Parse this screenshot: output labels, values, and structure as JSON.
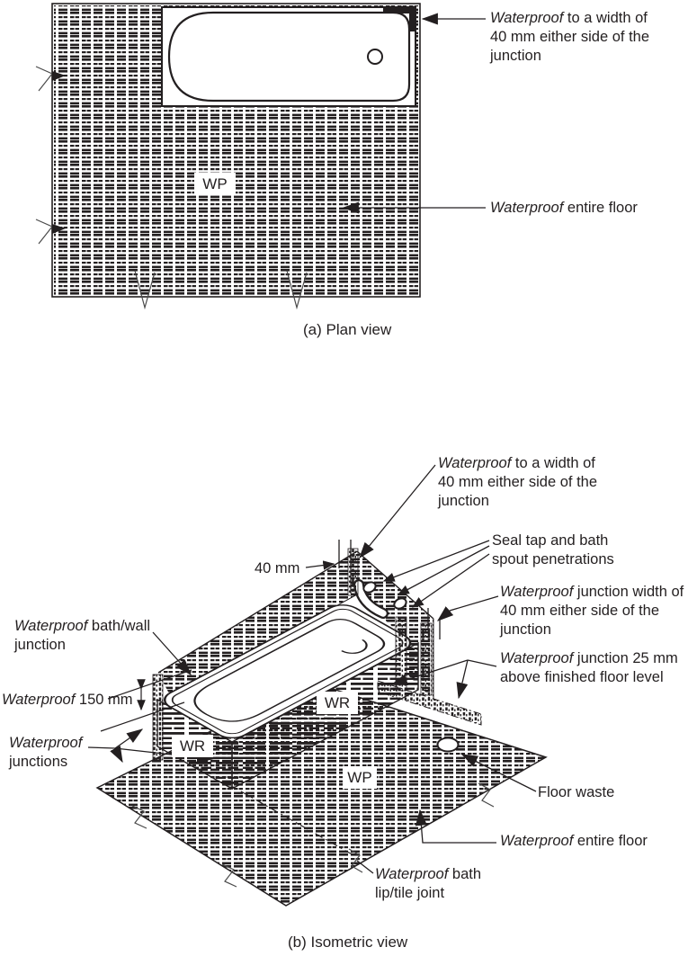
{
  "figure": {
    "ink": "#231f20",
    "plan": {
      "caption": "(a) Plan view",
      "area_label": "WP",
      "annotations": {
        "corner": {
          "it": "Waterproof",
          "rest": " to a width of 40 mm either side of the junction"
        },
        "entire_floor": {
          "it": "Waterproof",
          "rest": " entire floor"
        }
      }
    },
    "iso": {
      "caption": "(b) Isometric view",
      "area_labels": {
        "wr1": "WR",
        "wr2": "WR",
        "wp": "WP"
      },
      "annotations": {
        "width_top": {
          "it": "Waterproof",
          "rest": " to a width of 40 mm either side of the junction"
        },
        "seal_tap": {
          "it": "",
          "rest": "Seal tap and bath spout penetrations"
        },
        "dim40": {
          "it": "",
          "rest": "40 mm"
        },
        "junction_width": {
          "it": "Waterproof",
          "rest": " junction width of 40 mm either side of the junction"
        },
        "junction_25": {
          "it": "Waterproof",
          "rest": " junction 25 mm above finished floor level"
        },
        "bath_wall": {
          "it": "Waterproof",
          "rest": " bath/wall junction"
        },
        "dim150": {
          "it": "Waterproof",
          "rest": " 150 mm"
        },
        "junctions": {
          "it": "Waterproof",
          "rest": " junctions"
        },
        "floor_waste": {
          "it": "",
          "rest": "Floor waste"
        },
        "entire_floor": {
          "it": "Waterproof",
          "rest": " entire floor"
        },
        "bath_lip": {
          "it": "Waterproof",
          "rest": " bath lip/tile joint"
        }
      }
    }
  }
}
